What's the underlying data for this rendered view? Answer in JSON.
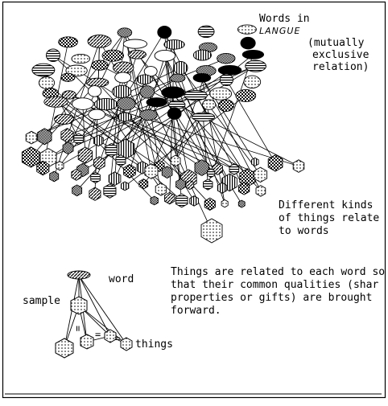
{
  "labels": {
    "words_title_1": "Words in",
    "words_title_2": "LANGUE",
    "mutually_1": "(mutually",
    "mutually_2": "exclusive",
    "mutually_3": "relation)",
    "different_1": "Different kinds",
    "different_2": "of things relate",
    "different_3": "to words",
    "things_rel_1": "Things are related to each word so",
    "things_rel_2": "that their common qualities (shar",
    "things_rel_3": "properties or gifts) are brought",
    "things_rel_4": "forward.",
    "word": "word",
    "sample": "sample",
    "things": "things",
    "equals_mark": "="
  }
}
